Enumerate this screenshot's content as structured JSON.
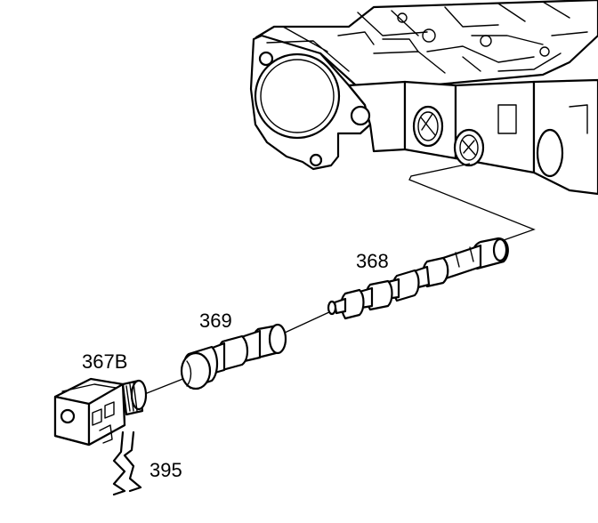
{
  "diagram": {
    "parts": [
      {
        "id": "valve-body",
        "label": ""
      },
      {
        "id": "valve",
        "label": "368"
      },
      {
        "id": "spring",
        "label": "369"
      },
      {
        "id": "solenoid",
        "label": "367B"
      },
      {
        "id": "retainer-clip",
        "label": "395"
      }
    ],
    "labels": {
      "valve": "368",
      "spring": "369",
      "solenoid": "367B",
      "clip": "395"
    }
  }
}
